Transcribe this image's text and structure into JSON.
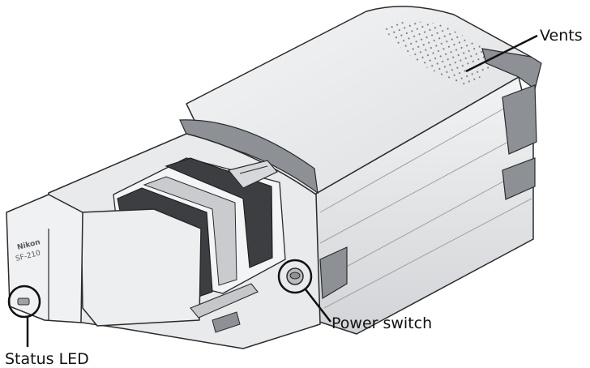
{
  "device": {
    "brand_label": "Nikon",
    "model_label": "SF-210"
  },
  "callouts": {
    "vents": "Vents",
    "power_switch": "Power switch",
    "status_led": "Status LED"
  },
  "colors": {
    "body_light": "#eeeff1",
    "body_mid": "#d8dadd",
    "band_dark": "#8d9095",
    "slot_dark": "#3c3e42",
    "outline": "#2a2b2d",
    "label_text": "#111111"
  }
}
